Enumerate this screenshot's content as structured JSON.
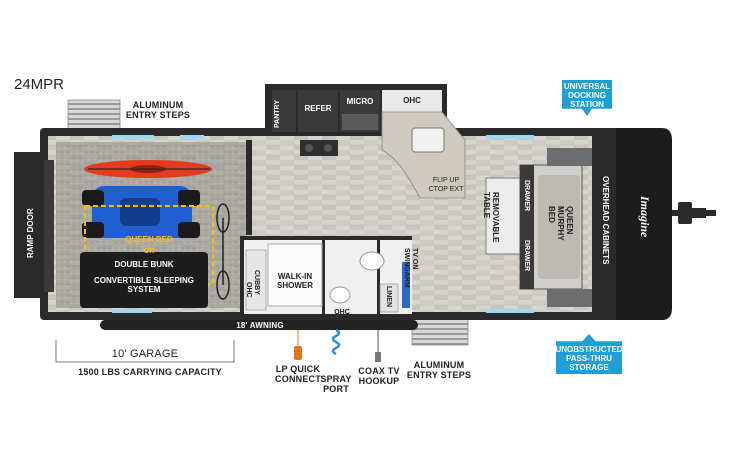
{
  "model": "24MPR",
  "labels": {
    "aluminum_entry_steps_top": "ALUMINUM ENTRY STEPS",
    "pantry": "PANTRY",
    "refer": "REFER",
    "micro": "MICRO",
    "ohc_top": "OHC",
    "universal_docking_station": "UNIVERSAL DOCKING STATION",
    "ramp_door": "RAMP DOOR",
    "queen_bed": "QUEEN BED",
    "or": "OR",
    "double_bunk": "DOUBLE BUNK",
    "convertible_sleeping_system": "CONVERTIBLE SLEEPING SYSTEM",
    "ohc_cubby": "OHC",
    "cubby": "CUBBY",
    "walk_in_shower": "WALK-IN SHOWER",
    "ohc_bath": "OHC",
    "linen": "LINEN",
    "tv_on_swingarm": "TV ON SWINGARM",
    "flip_up_ctop_ext": "FLIP UP CTOP EXT",
    "removable_table": "REMOVABLE TABLE",
    "drawer_left": "DRAWER",
    "drawer_right": "DRAWER",
    "queen_murphy_bed": "QUEEN MURPHY BED",
    "overhead_cabinets": "OVERHEAD CABINETS",
    "brand_logo": "Imagine",
    "awning": "18' AWNING",
    "garage": "10' GARAGE",
    "carrying_capacity": "1500 LBS CARRYING CAPACITY",
    "lp_quick_connect": "LP QUICK CONNECT",
    "spray_port": "SPRAY PORT",
    "coax_tv_hookup": "COAX TV HOOKUP",
    "aluminum_entry_steps_bottom": "ALUMINUM ENTRY STEPS",
    "unobstructed_pass_thru_storage": "UNOBSTRUCTED PASS-THRU STORAGE"
  },
  "colors": {
    "callout_blue": "#1e9fd6",
    "wall_dark": "#2a2a2a",
    "queen_bed_yellow": "#f2c200",
    "kayak_red": "#e23b1e",
    "atv_blue": "#1f5fcf",
    "lp_orange": "#e2741b",
    "spray_blue": "#2b8fd6"
  }
}
